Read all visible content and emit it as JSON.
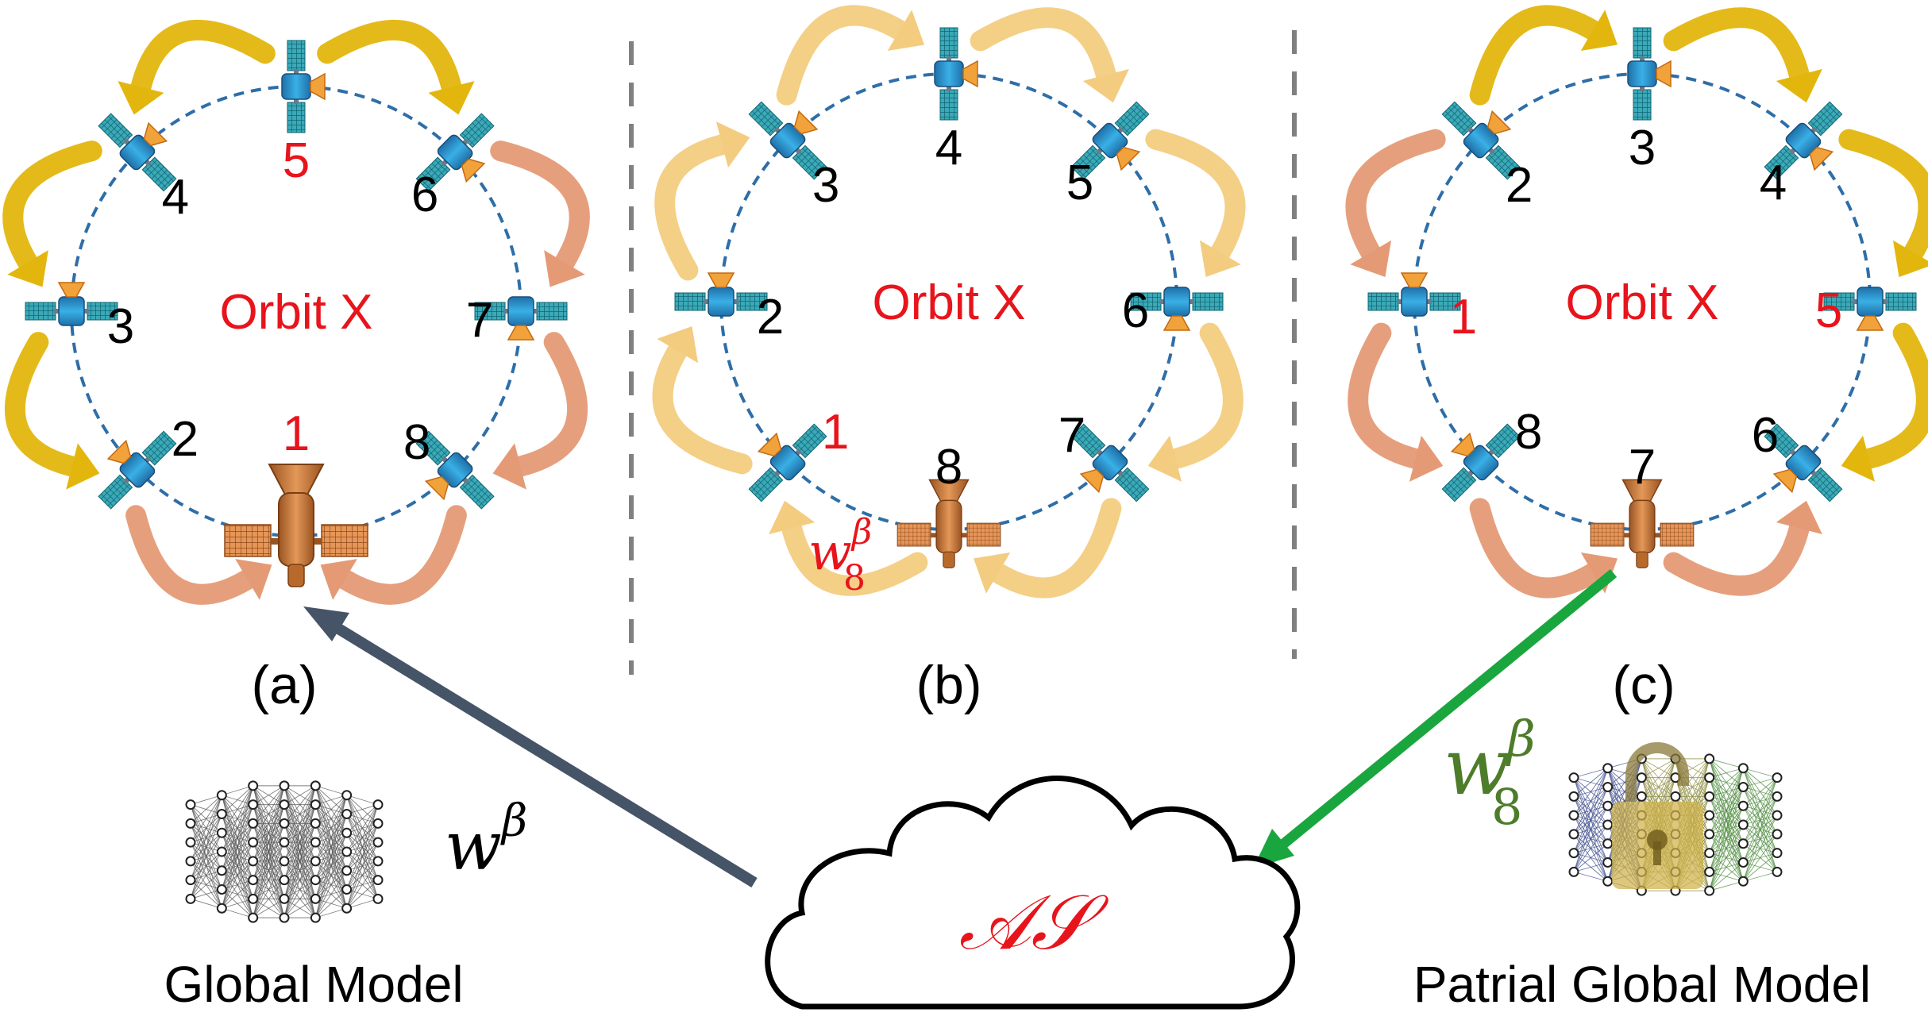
{
  "orbit_label": "Orbit X",
  "panels": [
    {
      "id": "a",
      "caption": "(a)",
      "satellites": [
        {
          "label": "5",
          "highlight": true
        },
        {
          "label": "6",
          "highlight": false
        },
        {
          "label": "7",
          "highlight": false
        },
        {
          "label": "8",
          "highlight": false
        },
        {
          "label": "1",
          "highlight": true
        },
        {
          "label": "2",
          "highlight": false
        },
        {
          "label": "3",
          "highlight": false
        },
        {
          "label": "4",
          "highlight": false
        }
      ]
    },
    {
      "id": "b",
      "caption": "(b)",
      "satellites": [
        {
          "label": "4",
          "highlight": false
        },
        {
          "label": "5",
          "highlight": false
        },
        {
          "label": "6",
          "highlight": false
        },
        {
          "label": "7",
          "highlight": false
        },
        {
          "label": "8",
          "highlight": false
        },
        {
          "label": "1",
          "highlight": true
        },
        {
          "label": "2",
          "highlight": false
        },
        {
          "label": "3",
          "highlight": false
        }
      ]
    },
    {
      "id": "c",
      "caption": "(c)",
      "satellites": [
        {
          "label": "3",
          "highlight": false
        },
        {
          "label": "4",
          "highlight": false
        },
        {
          "label": "5",
          "highlight": true
        },
        {
          "label": "6",
          "highlight": false
        },
        {
          "label": "7",
          "highlight": false
        },
        {
          "label": "8",
          "highlight": false
        },
        {
          "label": "1",
          "highlight": true
        },
        {
          "label": "2",
          "highlight": false
        }
      ]
    }
  ],
  "model_weight_b": {
    "base": "w",
    "sub": "8",
    "sup": "β"
  },
  "model_weight_c": {
    "base": "w",
    "sub": "8",
    "sup": "β"
  },
  "global_weight": {
    "base": "w",
    "sup": "β"
  },
  "server_label": "𝒜𝒮",
  "global_model_label": "Global Model",
  "partial_model_label": "Patrial Global Model",
  "colors": {
    "highlight": "#e8141c",
    "orbit": "#2e6ea8",
    "arrow_yellow": "#e3b60e",
    "arrow_orange": "#e59a76",
    "arrow_light": "#f3cc80",
    "upload_arrow": "#465468",
    "download_arrow": "#1aa63e",
    "partial_weight": "#4d7c2a"
  }
}
